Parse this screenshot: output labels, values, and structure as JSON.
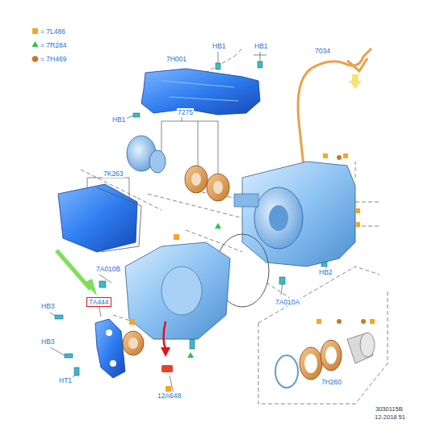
{
  "diagram": {
    "nodes": [
      {
        "text": [
          "7A444"
        ]
      }
    ],
    "labels": [
      "HB1",
      "HB1",
      "7H001",
      "7034",
      "HB1",
      "7275",
      "7K263",
      "7A010B",
      "HB3",
      "HB3",
      "HT1",
      "12A648",
      "HB2",
      "7A010A",
      "7H260",
      "3030115B",
      "12-2018 51"
    ],
    "legend": [
      {
        "text": "= 7L486"
      },
      {
        "text": "= 7R284"
      },
      {
        "text": "= 7H469"
      }
    ]
  }
}
